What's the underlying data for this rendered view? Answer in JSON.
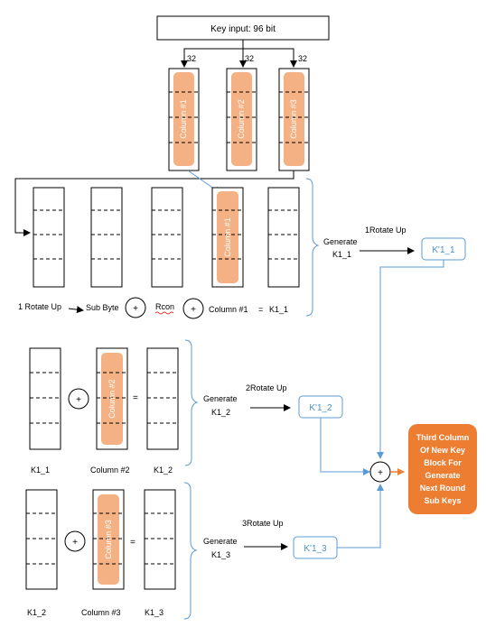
{
  "key_input": "Key input: 96 bit",
  "split_bits": [
    "32",
    "32",
    "32"
  ],
  "top_columns": [
    "Column #1",
    "Column #2",
    "Column #3"
  ],
  "generate_k1_1": [
    "Generate",
    "K1_1"
  ],
  "generate_k1_2": [
    "Generate",
    "K1_2"
  ],
  "generate_k1_3": [
    "Generate",
    "K1_3"
  ],
  "rotate_1": "1Rotate Up",
  "rotate_2": "2Rotate Up",
  "rotate_3": "3Rotate Up",
  "k_prime_1": "K'1_1",
  "k_prime_2": "K'1_2",
  "k_prime_3": "K'1_3",
  "row1_column": "Column #1",
  "row2_column": "Column #2",
  "row3_column": "Column #3",
  "row1_formula": {
    "rotate": "1 Rotate Up",
    "sub_byte": "Sub Byte",
    "rcon": "Rcon",
    "column": "Column #1",
    "equals": "=",
    "result": "K1_1"
  },
  "row2_labels": [
    "K1_1",
    "Column #2",
    "K1_2"
  ],
  "row3_labels": [
    "K1_2",
    "Column #3",
    "K1_3"
  ],
  "equals_sign": "=",
  "plus_sign": "+",
  "result_lines": [
    "Third Column",
    "Of New Key",
    "Block For",
    "Generate",
    "Next Round",
    "Sub Keys"
  ],
  "colors": {
    "column_fill": "#f4b183",
    "bracket": "#5b9bd5",
    "arrow_blue": "#5b9bd5",
    "result_fill": "#ed7d31",
    "result_arrow": "#ed7d31"
  }
}
